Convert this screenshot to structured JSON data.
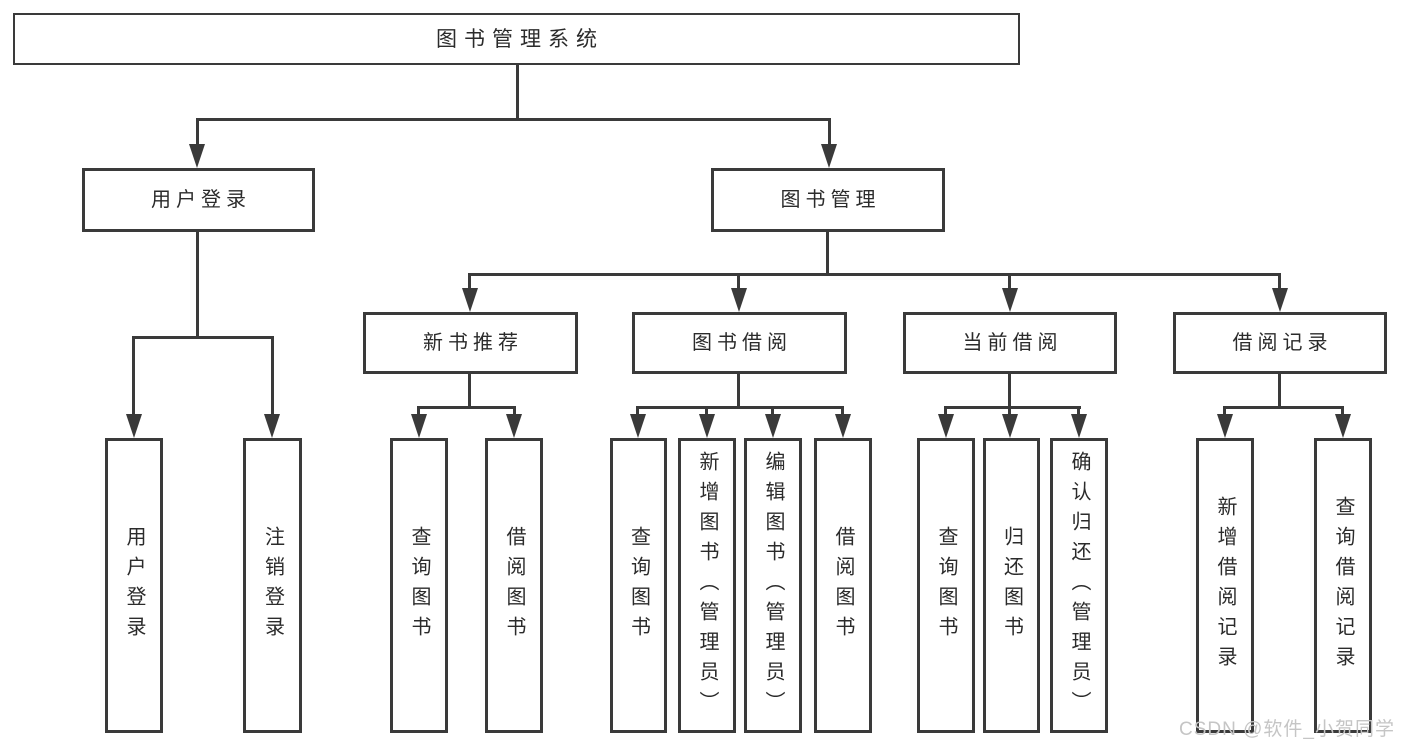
{
  "colors": {
    "line": "#3a3a3a",
    "text": "#2b2b2b",
    "background": "#ffffff",
    "watermark": "#c5c5c5"
  },
  "tree": {
    "root": {
      "label": "图书管理系统",
      "children": [
        {
          "label": "用户登录",
          "children": [
            {
              "label": "用户登录"
            },
            {
              "label": "注销登录"
            }
          ]
        },
        {
          "label": "图书管理",
          "children": [
            {
              "label": "新书推荐",
              "children": [
                {
                  "label": "查询图书"
                },
                {
                  "label": "借阅图书"
                }
              ]
            },
            {
              "label": "图书借阅",
              "children": [
                {
                  "label": "查询图书"
                },
                {
                  "label": "新增图书（管理员）"
                },
                {
                  "label": "编辑图书（管理员）"
                },
                {
                  "label": "借阅图书"
                }
              ]
            },
            {
              "label": "当前借阅",
              "children": [
                {
                  "label": "查询图书"
                },
                {
                  "label": "归还图书"
                },
                {
                  "label": "确认归还（管理员）"
                }
              ]
            },
            {
              "label": "借阅记录",
              "children": [
                {
                  "label": "新增借阅记录"
                },
                {
                  "label": "查询借阅记录"
                }
              ]
            }
          ]
        }
      ]
    }
  },
  "watermark": {
    "text": "CSDN @软件_小贺同学"
  }
}
